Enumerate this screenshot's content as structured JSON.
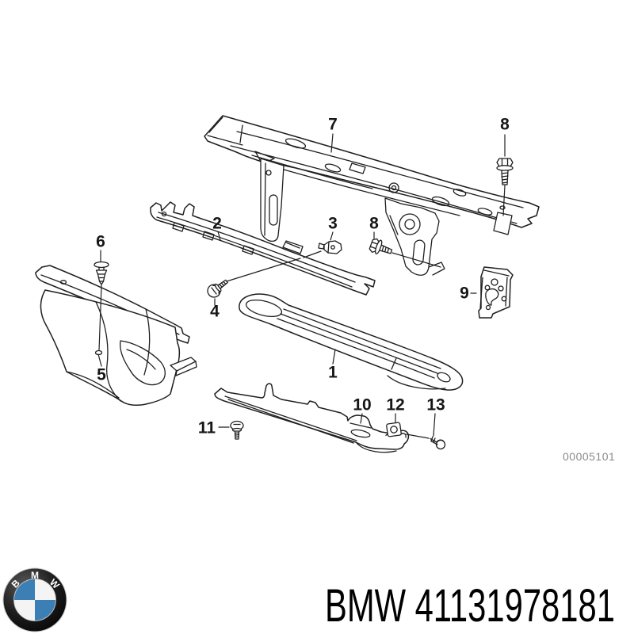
{
  "diagram": {
    "callouts": {
      "c1": "1",
      "c2": "2",
      "c3": "3",
      "c4": "4",
      "c5": "5",
      "c6": "6",
      "c7": "7",
      "c8_top": "8",
      "c8_mid": "8",
      "c9": "9",
      "c10": "10",
      "c11": "11",
      "c12": "12",
      "c13": "13"
    },
    "doc_id": "00005101"
  },
  "footer": {
    "brand": "BMW",
    "part_number": "41131978181",
    "logo_letters": {
      "b": "B",
      "m": "M",
      "w": "W"
    }
  },
  "colors": {
    "bmw_blue": "#3b7fb4",
    "line_black": "#1f1f1f",
    "doc_id_gray": "#8a8a8a"
  }
}
